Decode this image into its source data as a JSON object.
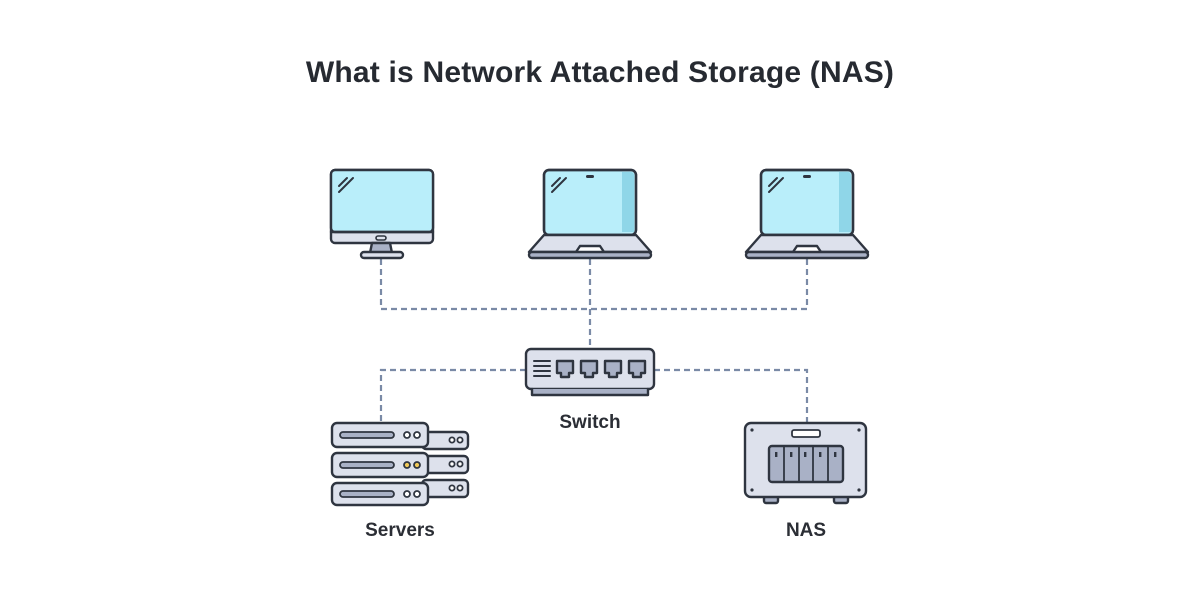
{
  "title": "What is Network Attached Storage (NAS)",
  "labels": {
    "switch": "Switch",
    "servers": "Servers",
    "nas": "NAS"
  },
  "colors": {
    "outline": "#2f3540",
    "screen": "#b9eefa",
    "screen_shade": "#8fd6e8",
    "metal": "#dde1ec",
    "metal_dark": "#a9b1c6",
    "link": "#7a8aa6",
    "led": "#f0c95a"
  },
  "icons": [
    "desktop-monitor-icon",
    "laptop-icon",
    "network-switch-icon",
    "server-rack-icon",
    "nas-device-icon"
  ]
}
